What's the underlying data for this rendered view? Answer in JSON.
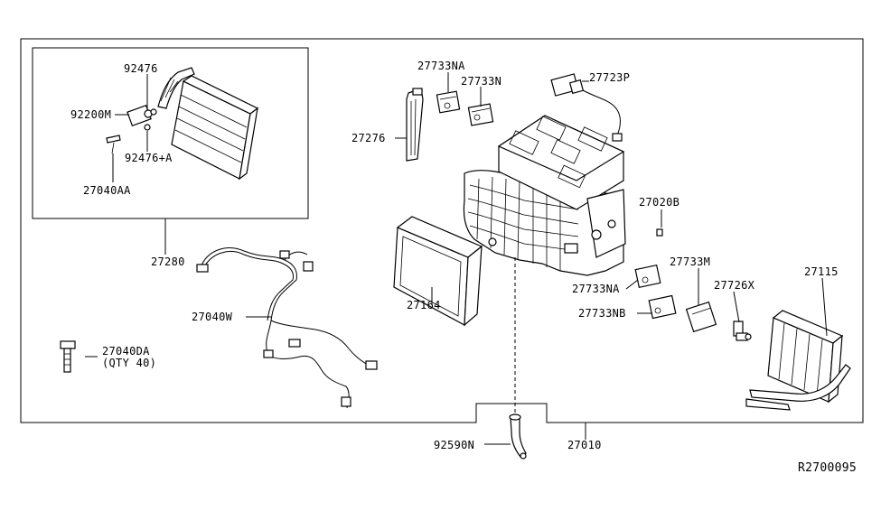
{
  "diagram": {
    "reference_code": "R2700095",
    "labels": {
      "p92476": "92476",
      "p92200M": "92200M",
      "p92476A": "92476+A",
      "p27040AA": "27040AA",
      "p27280": "27280",
      "p27040DA": "27040DA",
      "p_qty": "(QTY 40)",
      "p27040W": "27040W",
      "p27733NA_top": "27733NA",
      "p27733N": "27733N",
      "p27276": "27276",
      "p27723P": "27723P",
      "p27020B": "27020B",
      "p27733M": "27733M",
      "p27733NA_mid": "27733NA",
      "p27733NB": "27733NB",
      "p27164": "27164",
      "p27726X": "27726X",
      "p27115": "27115",
      "p92590N": "92590N",
      "p27010": "27010"
    }
  }
}
